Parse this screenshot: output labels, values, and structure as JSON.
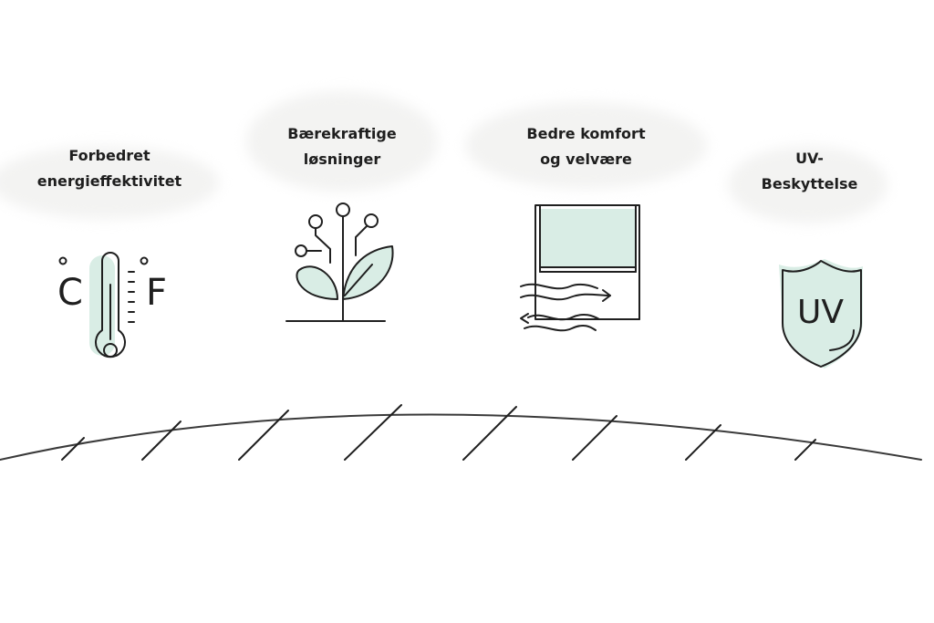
{
  "colors": {
    "accent": "#d9ede5",
    "line": "#1f1f1f",
    "text": "#1e1e1e"
  },
  "features": [
    {
      "label_line1": "Forbedret",
      "label_line2": "energieffektivitet",
      "icon": "thermometer-icon",
      "icon_text_left": "C",
      "icon_text_right": "F"
    },
    {
      "label_line1": "Bærekraftige",
      "label_line2": "løsninger",
      "icon": "plant-circuit-icon"
    },
    {
      "label_line1": "Bedre komfort",
      "label_line2": "og velvære",
      "icon": "window-blind-airflow-icon"
    },
    {
      "label_line1": "UV-",
      "label_line2": "Beskyttelse",
      "icon": "uv-shield-icon",
      "icon_text": "UV"
    }
  ]
}
